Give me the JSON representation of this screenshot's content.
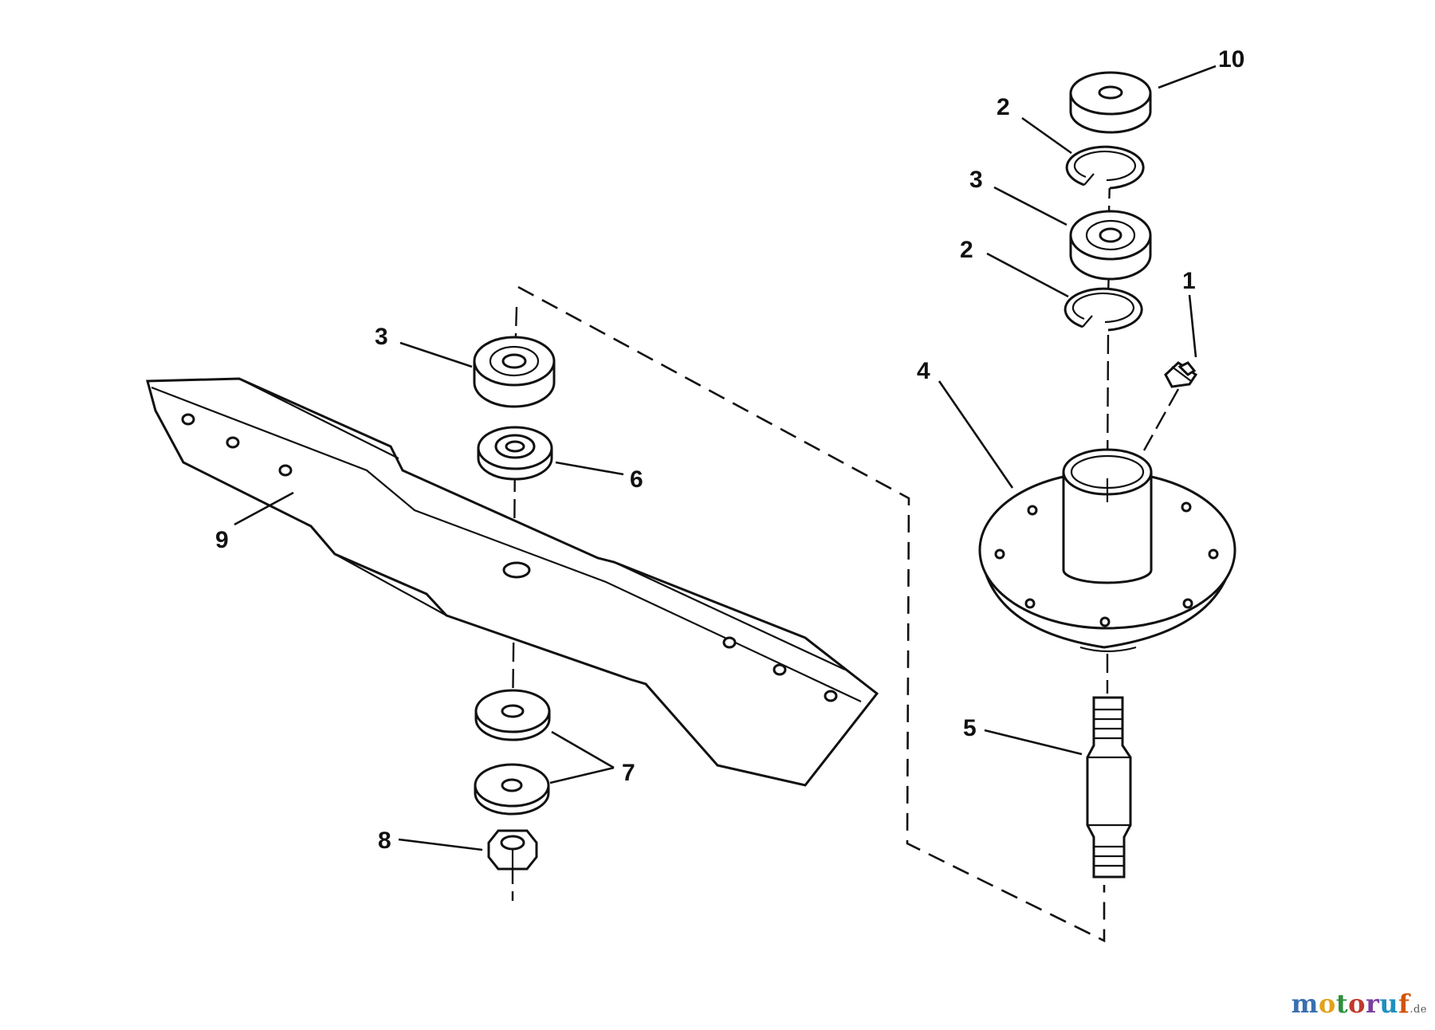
{
  "diagram": {
    "callouts": {
      "c1": "1",
      "c2a": "2",
      "c2b": "2",
      "c3a": "3",
      "c3b": "3",
      "c4": "4",
      "c5": "5",
      "c6": "6",
      "c7": "7",
      "c8": "8",
      "c9": "9",
      "c10": "10"
    }
  },
  "watermark": {
    "letters": [
      "m",
      "o",
      "t",
      "o",
      "r",
      "u",
      "f"
    ],
    "colors": [
      "#3a6fb0",
      "#e2a21b",
      "#2f8f3e",
      "#c0392b",
      "#7b3fa0",
      "#1f8fbf",
      "#d35400"
    ],
    "tld": ".de"
  }
}
